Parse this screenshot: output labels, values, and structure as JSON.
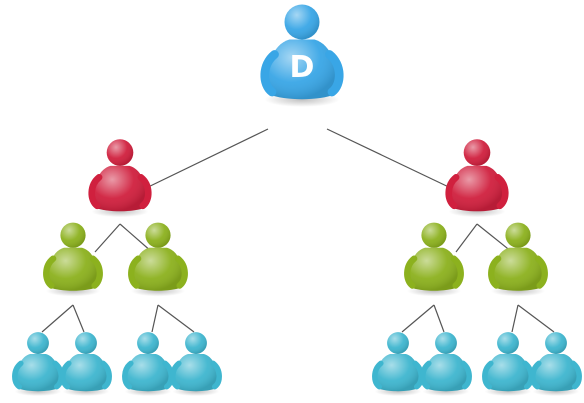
{
  "diagram": {
    "root": {
      "label": "D",
      "color": "#39a6e6"
    },
    "palette": {
      "level_1": "#d0203e",
      "level_2": "#8cb11e",
      "level_3": "#3fb6cf",
      "connector": "#555555"
    },
    "levels": [
      {
        "level": 0,
        "count": 1
      },
      {
        "level": 1,
        "count": 2
      },
      {
        "level": 2,
        "count": 4
      },
      {
        "level": 3,
        "count": 8
      }
    ]
  }
}
